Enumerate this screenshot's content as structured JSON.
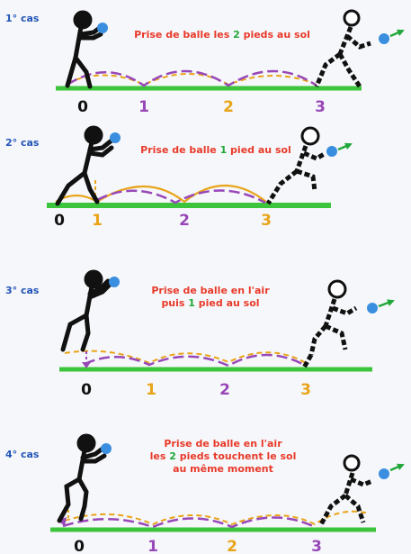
{
  "panels": [
    {
      "case": "1° cas",
      "caption": [
        [
          {
            "t": "Prise de balle les ",
            "c": "red"
          },
          {
            "t": "2",
            "c": "green"
          },
          {
            "t": " pieds au sol",
            "c": "red"
          }
        ]
      ],
      "steps": [
        {
          "label": "0",
          "color": "black"
        },
        {
          "label": "1",
          "color": "purple"
        },
        {
          "label": "2",
          "color": "orange"
        },
        {
          "label": "3",
          "color": "purple"
        }
      ]
    },
    {
      "case": "2° cas",
      "caption": [
        [
          {
            "t": "Prise de balle ",
            "c": "red"
          },
          {
            "t": "1",
            "c": "green"
          },
          {
            "t": " pied au sol",
            "c": "red"
          }
        ]
      ],
      "steps": [
        {
          "label": "0",
          "color": "black"
        },
        {
          "label": "1",
          "color": "orange"
        },
        {
          "label": "2",
          "color": "purple"
        },
        {
          "label": "3",
          "color": "orange"
        }
      ]
    },
    {
      "case": "3° cas",
      "caption": [
        [
          {
            "t": "Prise de balle en l'air",
            "c": "red"
          }
        ],
        [
          {
            "t": "puis ",
            "c": "red"
          },
          {
            "t": "1",
            "c": "green"
          },
          {
            "t": " pied au sol",
            "c": "red"
          }
        ]
      ],
      "steps": [
        {
          "label": "0",
          "color": "black"
        },
        {
          "label": "1",
          "color": "orange"
        },
        {
          "label": "2",
          "color": "purple"
        },
        {
          "label": "3",
          "color": "orange"
        }
      ]
    },
    {
      "case": "4° cas",
      "caption": [
        [
          {
            "t": "Prise de balle en l'air",
            "c": "red"
          }
        ],
        [
          {
            "t": "les ",
            "c": "red"
          },
          {
            "t": "2",
            "c": "green"
          },
          {
            "t": " pieds touchent le sol",
            "c": "red"
          }
        ],
        [
          {
            "t": "au même moment",
            "c": "red"
          }
        ]
      ],
      "steps": [
        {
          "label": "0",
          "color": "black"
        },
        {
          "label": "1",
          "color": "purple"
        },
        {
          "label": "2",
          "color": "orange"
        },
        {
          "label": "3",
          "color": "purple"
        }
      ]
    }
  ],
  "colors": {
    "ground": "#3cc43c",
    "ball": "#3a8ee0",
    "arrow": "#22a83a",
    "purple": "#9848b8",
    "orange": "#e8a418",
    "red": "#e83a2a",
    "green": "#22a83a",
    "blue_label": "#2255b8"
  }
}
